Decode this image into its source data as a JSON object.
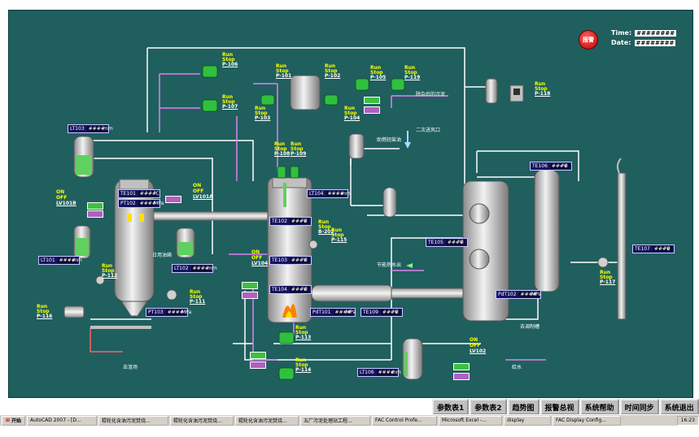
{
  "header": {
    "alarm_label": "报警",
    "time_label": "Time:",
    "time_value": "########",
    "date_label": "Date:",
    "date_value": "########"
  },
  "pumps": [
    {
      "id": "P-106",
      "run": "Run",
      "stop": "Stop"
    },
    {
      "id": "P-107",
      "run": "Run",
      "stop": "Stop"
    },
    {
      "id": "P-101",
      "run": "Run",
      "stop": "Stop"
    },
    {
      "id": "P-102",
      "run": "Run",
      "stop": "Stop"
    },
    {
      "id": "P-103",
      "run": "Run",
      "stop": "Stop"
    },
    {
      "id": "P-104",
      "run": "Run",
      "stop": "Stop"
    },
    {
      "id": "P-105",
      "run": "Run",
      "stop": "Stop"
    },
    {
      "id": "P-119",
      "run": "Run",
      "stop": "Stop"
    },
    {
      "id": "P-118",
      "run": "Run",
      "stop": "Stop"
    },
    {
      "id": "P-108",
      "run": "Run",
      "stop": "Stop"
    },
    {
      "id": "P-109",
      "run": "Run",
      "stop": "Stop"
    },
    {
      "id": "B-202",
      "run": "Run",
      "stop": "Stop"
    },
    {
      "id": "P-115",
      "run": "Run",
      "stop": "Stop"
    },
    {
      "id": "P-112",
      "run": "Run",
      "stop": "Stop"
    },
    {
      "id": "P-111",
      "run": "Run",
      "stop": "Stop"
    },
    {
      "id": "P-116",
      "run": "Run",
      "stop": "Stop"
    },
    {
      "id": "P-113",
      "run": "Run",
      "stop": "Stop"
    },
    {
      "id": "P-114",
      "run": "Run",
      "stop": "Stop"
    },
    {
      "id": "P-117",
      "run": "Run",
      "stop": "Stop"
    }
  ],
  "valves": [
    {
      "id": "LV101B",
      "on": "ON",
      "off": "OFF"
    },
    {
      "id": "LV101A",
      "on": "ON",
      "off": "OFF"
    },
    {
      "id": "LV104",
      "on": "ON",
      "off": "OFF"
    },
    {
      "id": "LV102",
      "on": "ON",
      "off": "OFF"
    }
  ],
  "tags": [
    {
      "name": "LT103",
      "value": "####",
      "unit": "mm"
    },
    {
      "name": "TE101",
      "value": "####",
      "unit": "℃"
    },
    {
      "name": "PT102",
      "value": "####",
      "unit": "MPa"
    },
    {
      "name": "LT101",
      "value": "####",
      "unit": "mm"
    },
    {
      "name": "LT102",
      "value": "####",
      "unit": "mm"
    },
    {
      "name": "PT103",
      "value": "####",
      "unit": "MPa"
    },
    {
      "name": "LT104",
      "value": "####",
      "unit": "mm"
    },
    {
      "name": "TE102",
      "value": "####",
      "unit": "℃"
    },
    {
      "name": "TE103",
      "value": "####",
      "unit": "℃"
    },
    {
      "name": "TE104",
      "value": "####",
      "unit": "℃"
    },
    {
      "name": "PdT101",
      "value": "####",
      "unit": "MPa"
    },
    {
      "name": "TE109",
      "value": "####",
      "unit": "℃"
    },
    {
      "name": "TE105",
      "value": "####",
      "unit": "℃"
    },
    {
      "name": "TE106",
      "value": "####",
      "unit": "℃"
    },
    {
      "name": "PdT102",
      "value": "####",
      "unit": "MPa"
    },
    {
      "name": "TE107",
      "value": "####",
      "unit": "℃"
    },
    {
      "name": "LT106",
      "value": "####",
      "unit": "mm"
    }
  ],
  "captions": {
    "sludge_out": "除杂后的污泥",
    "aux_fuel": "助燃轻柴油",
    "secondary_air": "二次进风口",
    "waste_oil": "日用油箱",
    "energy_water": "节能热水出",
    "to_slag": "去渣场",
    "to_chimney": "去调制槽",
    "feed_water": "给水"
  },
  "nav_buttons": [
    "参数表1",
    "参数表2",
    "趋势图",
    "报警总视",
    "系统帮助",
    "时间同步",
    "系统退出"
  ],
  "taskbar": {
    "start": "开始",
    "tasks": [
      "AutoCAD 2007 - [D...",
      "辊轮化含油污泥焚烧...",
      "辊轮化含油污泥焚烧...",
      "辊轮化含油污泥焚烧...",
      "五厂污泥处理站工程...",
      "FAC Control Profe...",
      "Microsoft Excel -...",
      "display",
      "FAC Display Config..."
    ],
    "clock": "16:23"
  }
}
